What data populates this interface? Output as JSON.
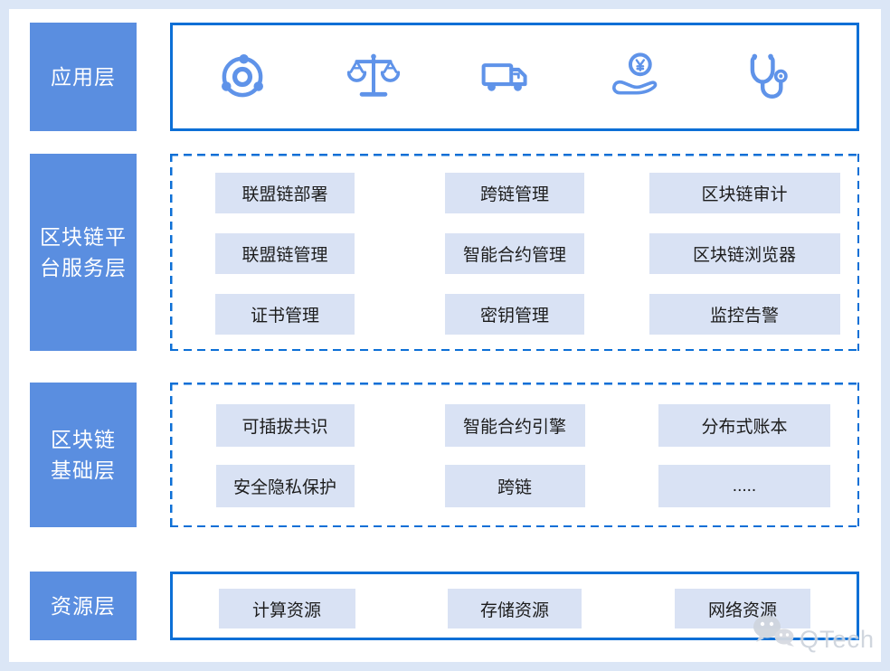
{
  "layers": [
    {
      "label": "应用层",
      "box_style": "solid-border",
      "icons": [
        {
          "name": "network-nodes-icon",
          "meaning": "industry application"
        },
        {
          "name": "balance-scale-icon",
          "meaning": "justice / legal"
        },
        {
          "name": "truck-icon",
          "meaning": "logistics"
        },
        {
          "name": "yuan-coin-hand-icon",
          "meaning": "finance"
        },
        {
          "name": "stethoscope-icon",
          "meaning": "healthcare"
        }
      ]
    },
    {
      "label": "区块链平\n台服务层",
      "box_style": "dashed-border",
      "items": [
        [
          "联盟链部署",
          "跨链管理",
          "区块链审计"
        ],
        [
          "联盟链管理",
          "智能合约管理",
          "区块链浏览器"
        ],
        [
          "证书管理",
          "密钥管理",
          "监控告警"
        ]
      ]
    },
    {
      "label": "区块链\n基础层",
      "box_style": "dashed-border",
      "items": [
        [
          "可插拔共识",
          "智能合约引擎",
          "分布式账本"
        ],
        [
          "安全隐私保护",
          "跨链",
          "....."
        ]
      ]
    },
    {
      "label": "资源层",
      "box_style": "solid-border",
      "items": [
        [
          "计算资源",
          "存储资源",
          "网络资源"
        ]
      ]
    }
  ],
  "watermark": {
    "text": "QTech",
    "logo": "wechat-logo"
  },
  "colors": {
    "layer_label_bg": "#5a8ee0",
    "layer_label_text": "#ffffff",
    "border_blue": "#0c6fd6",
    "item_bg": "#d9e2f4",
    "item_text": "#1c1c1c",
    "icon_blue": "#5f93e9",
    "outer_frame": "#dbe6f6",
    "watermark_gray": "#ced4dd"
  }
}
